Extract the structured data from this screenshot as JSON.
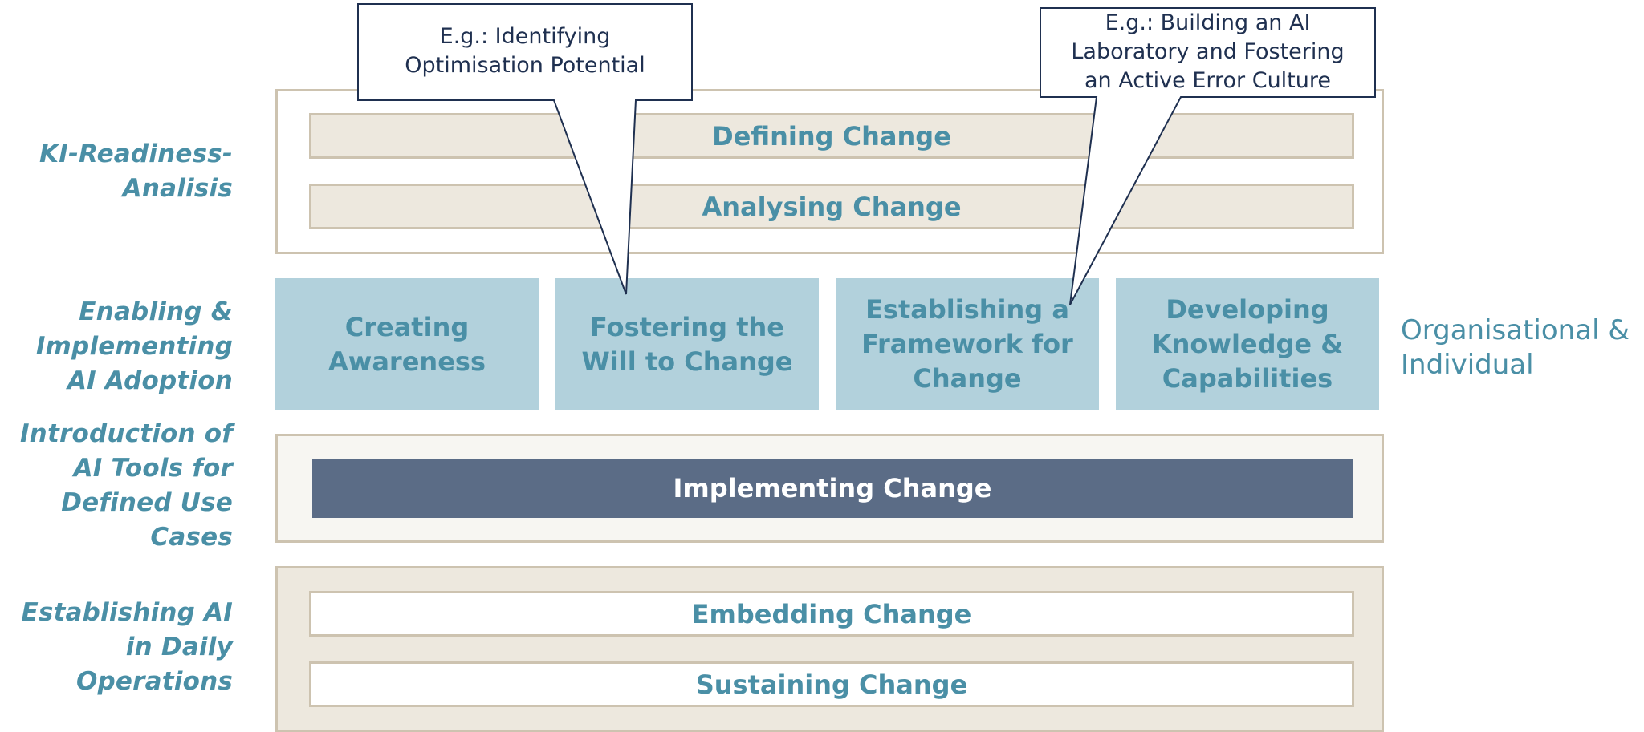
{
  "rows": {
    "readiness": "KI-Readiness-\nAnalisis",
    "enabling": "Enabling &\nImplementing\nAI Adoption",
    "introduction": "Introduction of\nAI Tools for\nDefined Use\nCases",
    "establishing": "Establishing AI\nin Daily\nOperations"
  },
  "bars": {
    "defining": "Defining Change",
    "analysing": "Analysing Change",
    "implementing": "Implementing Change",
    "embedding": "Embedding Change",
    "sustaining": "Sustaining Change"
  },
  "boxes": [
    "Creating\nAwareness",
    "Fostering the\nWill to Change",
    "Establishing a\nFramework for\nChange",
    "Developing\nKnowledge &\nCapabilities"
  ],
  "side_note": "Organisational &\nIndividual",
  "callouts": {
    "left": "E.g.: Identifying\nOptimisation Potential",
    "right": "E.g.: Building an AI\nLaboratory and Fostering\nan Active Error Culture"
  }
}
